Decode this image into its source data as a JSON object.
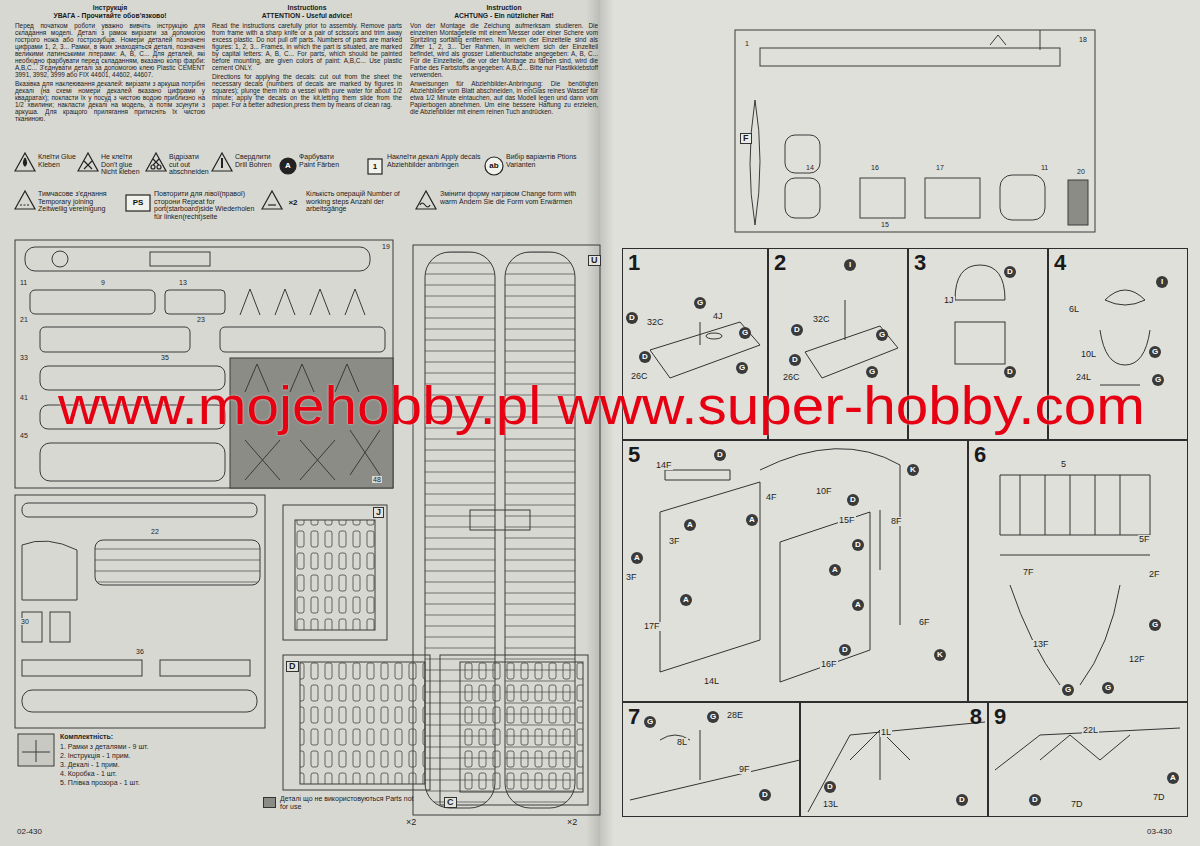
{
  "diagram": {
    "nodes": [
      {
        "text": [
          "1"
        ]
      },
      {
        "text": [
          "2"
        ]
      },
      {
        "text": [
          "3"
        ]
      },
      {
        "text": [
          "4"
        ]
      },
      {
        "text": [
          "5"
        ]
      },
      {
        "text": [
          "6"
        ]
      },
      {
        "text": [
          "7"
        ]
      },
      {
        "text": [
          "8"
        ]
      },
      {
        "text": [
          "9"
        ]
      }
    ],
    "labels": [
      "Інструкція",
      "УВАГА - Прочитайте обов'язково!",
      "Перед початком роботи уважно вивчіть інструкцію для складання моделі. Деталі з рамок вирізати за допомогою гострого ножа або гострозубців. Номери деталей позначені цифрами 1, 2, 3... Рамки, в яких знаходяться деталі, позначені великими латинськими літерами: A, B, C... Для деталей, які необхідно фарбувати перед складанням, вказано колір фарби: A,B,C... З'єднувати деталі за допомогою клею Plastic CEMENT 3991, 3992, 3999 або FIX 44601, 44602, 44607.",
      "Вказівка для наклеювання декалей: вирізати з аркуша потрібні декалі (на схемі номери декалей вказано цифрами у квадратах); покласти їх у посуд з чистою водою приблизно на 1/2 хвилини; накласти декалі на модель, а потім зсунути з аркуша. Для кращого прилягання притисніть їх чистою тканиною.",
      "Instructions",
      "ATTENTION - Useful advice!",
      "Read the instructions carefully prior to assembly. Remove parts from frame with a sharp knife or a pair of scissors and trim away excess plastic. Do not pull off parts. Numbers of parts are marked figures: 1, 2, 3... Frames, in which the part is situated, are marked by capital letters: A, B, C... For parts, which should be painted before mounting, are given colors of paint: A,B,C... Use plastic cement ONLY.",
      "Directions for applying the decals: cut out from the sheet the necessary decals (numbers of decals are marked by figures in squares); plunge them into a vessel with pure water for about 1/2 minute; apply the decals on the kit,letting them slide from the paper. For a better adhesion,press them by means of clean rag.",
      "Instruction",
      "ACHTUNG - Ein nützlicher Rat!",
      "Von der Montage die Zeichung aufmerksam studieren. Die einzelnen Montageteile mit einem Messer oder einer Schere vom Spritzling sorfältig entfernen. Nummern der Einzelteile sind als Ziffer 1, 2, 3... Der Rahmen, in welchem sich der Einzelteil befindet, wird als grosser Latienbuchstabe angegeben: A, B, C... Für die Einzelteile, die vor der Montage zu färben sind, wird die Farbe des Farbstoffs angegeben: A,B,C... Bitte nur Plastikklebstoff verwenden.",
      "Anweisungen für Abziehbilder-Anbringung: Die benötigten Abziehbilder vom Blatt abschneiden, in einGlas reines Wasser für etwa 1/2 Minute eintauchen, auf das Modell legen und dann vom Papierbogen abnehmen. Um eine bessere Haftung zu erzielen, die Abziehbilder mit einem reinen Tuch andrücken.",
      "A",
      "1",
      "ab",
      "PS",
      "×2",
      "www.mojehobby.pl www.super-hobby.com",
      "02-430",
      "03-430",
      "Комплектність:",
      "1. Рамки з деталями - 9 шт.",
      "2. Інструкція - 1 прим.",
      "3. Декалі - 1 прим.",
      "4. Коробка - 1 шт.",
      "5. Плівка прозора - 1 шт.",
      "J",
      "U",
      "F",
      "D",
      "C",
      "×2",
      "×2",
      "19",
      "11",
      "9",
      "13",
      "21",
      "23",
      "33",
      "35",
      "41",
      "45",
      "48",
      "22",
      "30",
      "36",
      "18",
      "1",
      "15",
      "20",
      "14",
      "16",
      "17",
      "11",
      "G",
      "32C",
      "4J",
      "D",
      "G",
      "D",
      "26C",
      "G",
      "I",
      "32C",
      "D",
      "G",
      "D",
      "26C",
      "G",
      "D",
      "1J",
      "D",
      "I",
      "6L",
      "10L",
      "G",
      "24L",
      "G",
      "14F",
      "D",
      "10F",
      "K",
      "4F",
      "15F",
      "8F",
      "A",
      "D",
      "3F",
      "A",
      "A",
      "3F",
      "A",
      "D",
      "A",
      "17F",
      "A",
      "6F",
      "16F",
      "D",
      "14L",
      "K",
      "5",
      "5F",
      "7F",
      "2F",
      "13F",
      "12F",
      "G",
      "G",
      "G",
      "G",
      "28E",
      "G",
      "8L",
      "9F",
      "D",
      "1L",
      "D",
      "13L",
      "D",
      "22L",
      "7D",
      "A",
      "7D",
      "D"
    ],
    "legend": [
      {
        "text": "Клеїти Glue Kleben"
      },
      {
        "text": "Не клеїти Don't glue Nicht kleben"
      },
      {
        "text": "Відрізати cut out abschneiden"
      },
      {
        "text": "Свердлити Drill Bohren"
      },
      {
        "text": "Фарбувати Paint Färben"
      },
      {
        "text": "Наклеїти декалі Apply decals Abziehbilder anbringen"
      },
      {
        "text": "Вибір варіантів Ptions Varianten"
      },
      {
        "text": "Тимчасове з'єднання Temporary joining Zeitweilig vereinigung"
      },
      {
        "text": "Повторити для лівої(правої) сторони Repeat for port(starboard)side Wiederholen für linken(recht)seite"
      },
      {
        "text": "Кількість операцій Number of working steps Anzahl der arbeitsgänge"
      },
      {
        "text": "Змінити форму нагрівом Change form with warm Ändern Sie die Form vom Erwärmen"
      },
      {
        "text": "Деталі що не використовуються Parts not for use",
        "color": "#8c8c87"
      }
    ]
  }
}
